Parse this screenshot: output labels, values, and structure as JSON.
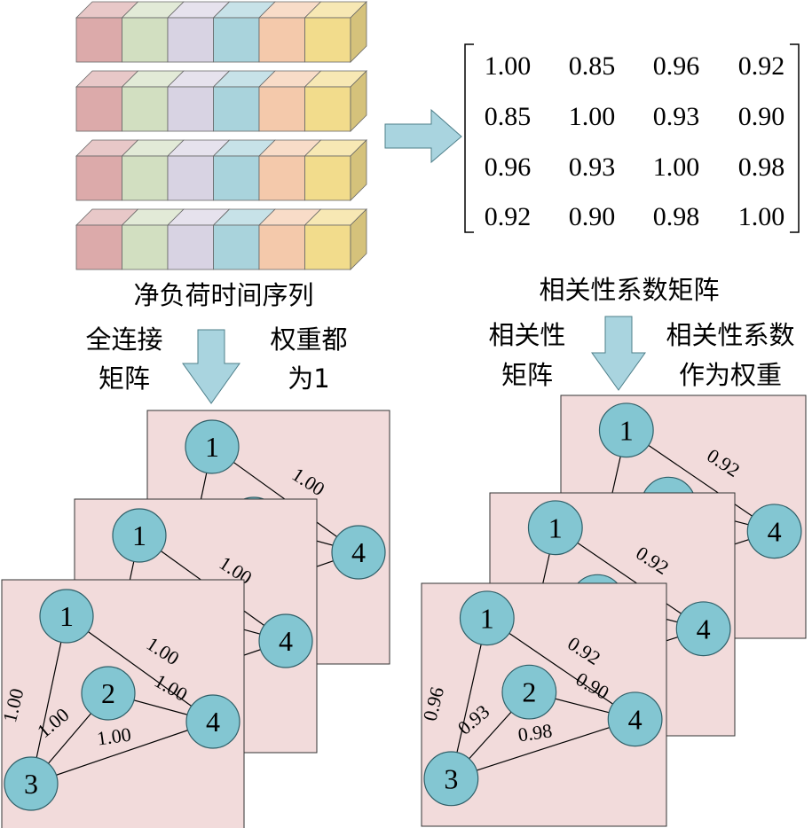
{
  "colors": {
    "cubes": [
      "#dcaaaa",
      "#d2dfc1",
      "#d8d3e3",
      "#a9d3dc",
      "#f4c9ab",
      "#f2dc8c"
    ],
    "arrow": "#a9d4df",
    "panel": "#f2dbdb",
    "node": "#83c6d2"
  },
  "matrix": {
    "rows": [
      [
        "1.00",
        "0.85",
        "0.96",
        "0.92"
      ],
      [
        "0.85",
        "1.00",
        "0.93",
        "0.90"
      ],
      [
        "0.96",
        "0.93",
        "1.00",
        "0.98"
      ],
      [
        "0.92",
        "0.90",
        "0.98",
        "1.00"
      ]
    ]
  },
  "labels": {
    "series": "净负荷时间序列",
    "matrix_caption": "相关性系数矩阵",
    "left_arrow_left": [
      "全连接",
      "矩阵"
    ],
    "left_arrow_right": [
      "权重都",
      "为1"
    ],
    "right_arrow_left": [
      "相关性",
      "矩阵"
    ],
    "right_arrow_right": [
      "相关性系数",
      "作为权重"
    ]
  },
  "graphs": {
    "left": {
      "nodes": [
        "1",
        "2",
        "3",
        "4"
      ],
      "edges": {
        "e13": "1.00",
        "e14": "1.00",
        "e23": "1.00",
        "e24": "1.00",
        "e34": "1.00"
      }
    },
    "right": {
      "nodes": [
        "1",
        "2",
        "3",
        "4"
      ],
      "edges": {
        "e13": "0.96",
        "e14": "0.92",
        "e23": "0.93",
        "e24": "0.90",
        "e34": "0.98"
      }
    }
  }
}
